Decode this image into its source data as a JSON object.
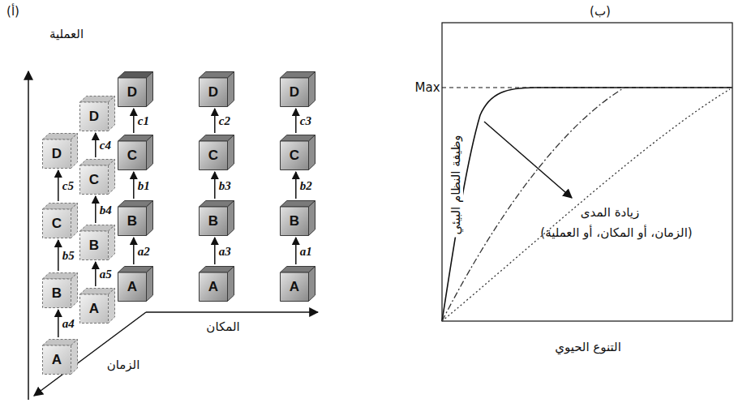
{
  "diagram": {
    "nodes": [
      {
        "text": [
          "A"
        ]
      },
      {
        "text": [
          "B"
        ]
      },
      {
        "text": [
          "C"
        ]
      },
      {
        "text": [
          "D"
        ]
      },
      {
        "text": [
          "A"
        ]
      },
      {
        "text": [
          "B"
        ]
      },
      {
        "text": [
          "C"
        ]
      },
      {
        "text": [
          "D"
        ]
      },
      {
        "text": [
          "A"
        ]
      },
      {
        "text": [
          "B"
        ]
      },
      {
        "text": [
          "C"
        ]
      },
      {
        "text": [
          "D"
        ]
      },
      {
        "text": [
          "A"
        ]
      },
      {
        "text": [
          "B"
        ]
      },
      {
        "text": [
          "C"
        ]
      },
      {
        "text": [
          "D"
        ]
      },
      {
        "text": [
          "A"
        ]
      },
      {
        "text": [
          "B"
        ]
      },
      {
        "text": [
          "C"
        ]
      },
      {
        "text": [
          "D"
        ]
      }
    ],
    "edges": [
      {
        "from": 0,
        "to": 1,
        "arrow": "to",
        "label": "a2"
      },
      {
        "from": 1,
        "to": 2,
        "arrow": "to",
        "label": "b1"
      },
      {
        "from": 2,
        "to": 3,
        "arrow": "to",
        "label": "c1"
      },
      {
        "from": 4,
        "to": 5,
        "arrow": "to",
        "label": "a3"
      },
      {
        "from": 5,
        "to": 6,
        "arrow": "to",
        "label": "b3"
      },
      {
        "from": 6,
        "to": 7,
        "arrow": "to",
        "label": "c2"
      },
      {
        "from": 8,
        "to": 9,
        "arrow": "to",
        "label": "a1"
      },
      {
        "from": 9,
        "to": 10,
        "arrow": "to",
        "label": "b2"
      },
      {
        "from": 10,
        "to": 11,
        "arrow": "to",
        "label": "c3"
      },
      {
        "from": 12,
        "to": 13,
        "arrow": "to",
        "label": "a5"
      },
      {
        "from": 13,
        "to": 14,
        "arrow": "to",
        "label": "b4"
      },
      {
        "from": 14,
        "to": 15,
        "arrow": "to",
        "label": "c4"
      },
      {
        "from": 16,
        "to": 17,
        "arrow": "to",
        "label": "a4"
      },
      {
        "from": 17,
        "to": 18,
        "arrow": "to",
        "label": "b5"
      },
      {
        "from": 18,
        "to": 19,
        "arrow": "to",
        "label": "c5"
      }
    ],
    "labels": [
      "(أ)",
      "(ب)",
      "العملية",
      "المكان",
      "الزمان",
      "Max",
      "وظيفة النظام البيئي",
      "التنوع الحيوي",
      "زيادة المدى",
      "(الزمان، أو المكان، أو العملية)"
    ]
  }
}
